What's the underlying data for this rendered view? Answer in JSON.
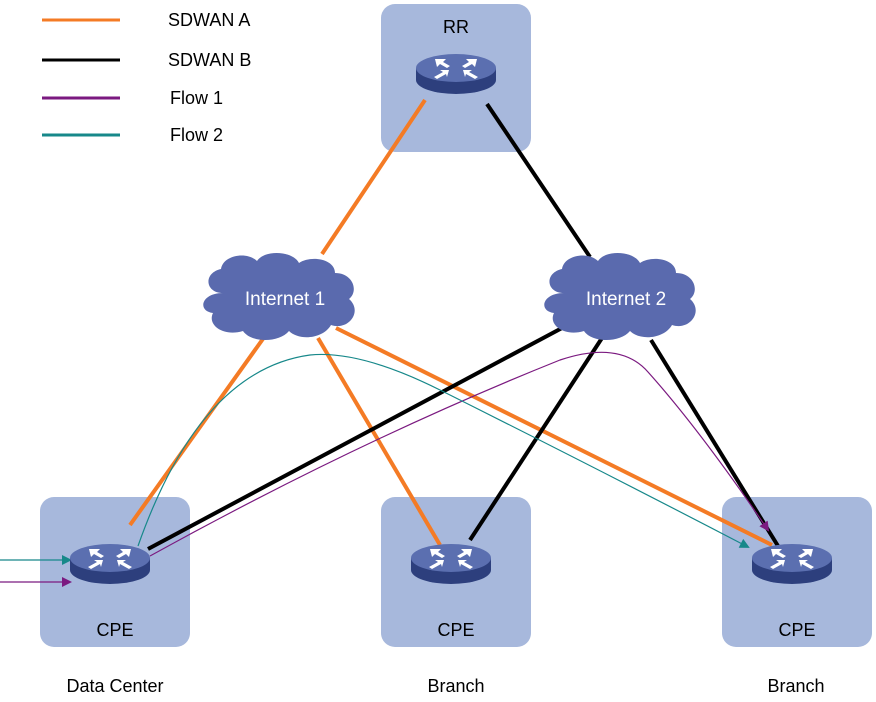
{
  "legend": [
    {
      "label": "SDWAN A",
      "color": "#f47b25"
    },
    {
      "label": "SDWAN B",
      "color": "#000000"
    },
    {
      "label": "Flow 1",
      "color": "#7b1a80"
    },
    {
      "label": "Flow 2",
      "color": "#17888a"
    }
  ],
  "nodes": {
    "rr": {
      "label": "RR"
    },
    "internet1": {
      "label": "Internet 1"
    },
    "internet2": {
      "label": "Internet 2"
    },
    "cpe_dc": {
      "label": "CPE",
      "site": "Data Center"
    },
    "cpe_branch1": {
      "label": "CPE",
      "site": "Branch"
    },
    "cpe_branch2": {
      "label": "CPE",
      "site": "Branch"
    }
  },
  "colors": {
    "node_box": "#a7b8dc",
    "cloud": "#5a6aae",
    "router_top": "#5b6fb0",
    "router_side": "#2d3f7d",
    "router_icon": "#ffffff"
  },
  "icons": {
    "router": "router-icon",
    "cloud": "cloud-icon"
  }
}
